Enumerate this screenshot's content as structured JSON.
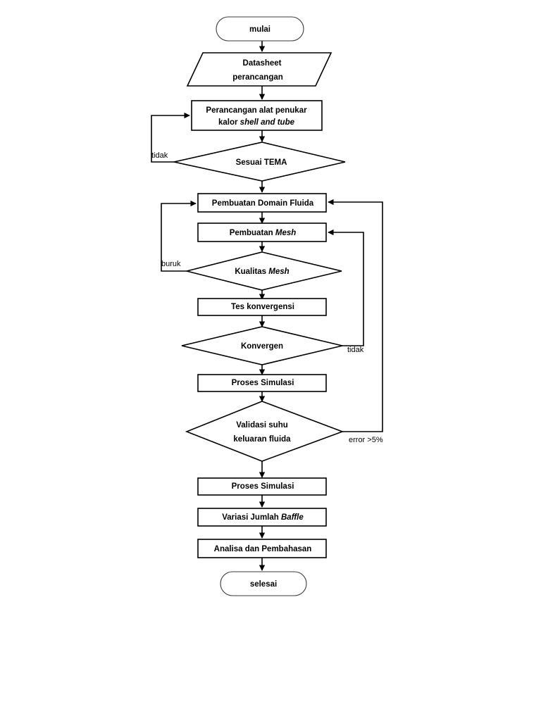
{
  "diagram": {
    "type": "flowchart",
    "language": "id",
    "orientation": "top-to-bottom",
    "background_color": "#ffffff",
    "line_color": "#000000",
    "fill_color": "#ffffff",
    "nodes": [
      {
        "id": "start",
        "shape": "terminator",
        "label": "mulai"
      },
      {
        "id": "datasheet",
        "shape": "parallelogram",
        "label_line1": "Datasheet",
        "label_line2": "perancangan"
      },
      {
        "id": "perancangan",
        "shape": "process",
        "label_line1": "Perancangan alat penukar",
        "label_line2_normal": "kalor ",
        "label_line2_italic": "shell and tube"
      },
      {
        "id": "sesuai-tema",
        "shape": "decision",
        "label": "Sesuai TEMA"
      },
      {
        "id": "domain-fluida",
        "shape": "process",
        "label": "Pembuatan Domain Fluida"
      },
      {
        "id": "pembuatan-mesh",
        "shape": "process",
        "label_normal": "Pembuatan ",
        "label_italic": "Mesh"
      },
      {
        "id": "kualitas-mesh",
        "shape": "decision",
        "label_normal": "Kualitas ",
        "label_italic": "Mesh"
      },
      {
        "id": "tes-konvergensi",
        "shape": "process",
        "label": "Tes konvergensi"
      },
      {
        "id": "konvergen",
        "shape": "decision",
        "label": "Konvergen"
      },
      {
        "id": "proses-simulasi-1",
        "shape": "process",
        "label": "Proses Simulasi"
      },
      {
        "id": "validasi",
        "shape": "decision",
        "label_line1": "Validasi suhu",
        "label_line2": "keluaran fluida"
      },
      {
        "id": "proses-simulasi-2",
        "shape": "process",
        "label": "Proses Simulasi"
      },
      {
        "id": "variasi-baffle",
        "shape": "process",
        "label_normal": "Variasi Jumlah ",
        "label_italic": "Baffle"
      },
      {
        "id": "analisa",
        "shape": "process",
        "label": "Analisa dan Pembahasan"
      },
      {
        "id": "end",
        "shape": "terminator",
        "label": "selesai"
      }
    ],
    "edge_labels": {
      "tidak_tema": "tidak",
      "buruk_mesh": "buruk",
      "tidak_konvergen": "tidak",
      "error_validasi": "error >5%"
    }
  }
}
